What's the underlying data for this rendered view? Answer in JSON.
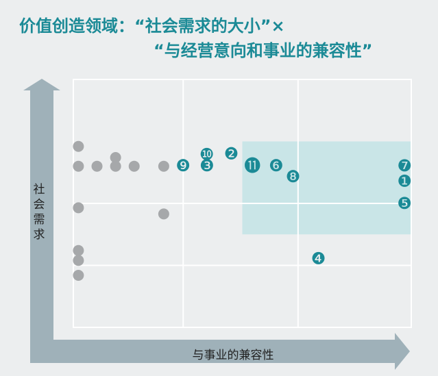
{
  "title": {
    "line1": "价值创造领域：“社会需求的大小”×",
    "line2": "“与经营意向和事业的兼容性”"
  },
  "chart_data": {
    "type": "scatter",
    "title": "价值创造领域：“社会需求的大小”× “与经营意向和事业的兼容性”",
    "xlabel": "与事业的兼容性",
    "ylabel": "社会需求",
    "xlim": [
      0,
      4
    ],
    "ylim": [
      0,
      4
    ],
    "highlight_region": {
      "x": [
        2.0,
        4.0
      ],
      "y": [
        1.5,
        3.0
      ],
      "color": "#c9e5e7"
    },
    "gray_points": [
      {
        "x": 0.06,
        "y": 2.92
      },
      {
        "x": 0.06,
        "y": 2.6
      },
      {
        "x": 0.28,
        "y": 2.6
      },
      {
        "x": 0.5,
        "y": 2.6
      },
      {
        "x": 0.5,
        "y": 2.74
      },
      {
        "x": 0.72,
        "y": 2.6
      },
      {
        "x": 1.07,
        "y": 2.6
      },
      {
        "x": 0.06,
        "y": 1.93
      },
      {
        "x": 1.07,
        "y": 1.83
      },
      {
        "x": 0.06,
        "y": 1.24
      },
      {
        "x": 0.06,
        "y": 1.08
      },
      {
        "x": 0.06,
        "y": 0.84
      }
    ],
    "numbered_points": [
      {
        "label": "❶",
        "x": 3.92,
        "y": 2.36
      },
      {
        "label": "❷",
        "x": 1.87,
        "y": 2.8
      },
      {
        "label": "❸",
        "x": 1.58,
        "y": 2.61
      },
      {
        "label": "❹",
        "x": 2.9,
        "y": 1.11
      },
      {
        "label": "❺",
        "x": 3.92,
        "y": 2.0
      },
      {
        "label": "❻",
        "x": 2.4,
        "y": 2.61
      },
      {
        "label": "❼",
        "x": 3.92,
        "y": 2.61
      },
      {
        "label": "❽",
        "x": 2.6,
        "y": 2.43
      },
      {
        "label": "❾",
        "x": 1.3,
        "y": 2.61
      },
      {
        "label": "❿",
        "x": 1.58,
        "y": 2.79
      },
      {
        "label": "⓫",
        "x": 2.12,
        "y": 2.61
      }
    ],
    "colors": {
      "gray_point": "#a6a8aa",
      "numbered_point": "#1b8a96",
      "grid": "#ffffff",
      "axis_arrow": "#9fb1b9",
      "title": "#1b8a96"
    }
  }
}
